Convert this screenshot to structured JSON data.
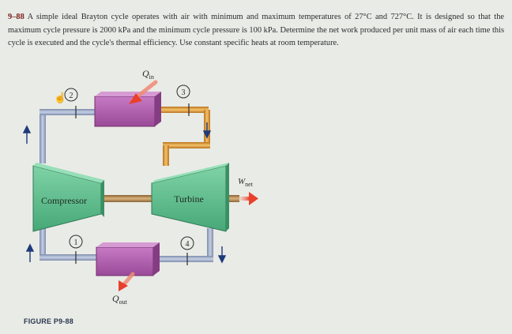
{
  "problem": {
    "number": "9–88",
    "text": "A simple ideal Brayton cycle operates with air with minimum and maximum temperatures of 27°C and 727°C. It is designed so that the maximum cycle pressure is 2000 kPa and the minimum cycle pressure is 100 kPa. Determine the net work produced per unit mass of air each time this cycle is executed and the cycle's thermal efficiency. Use constant specific heats at room temperature."
  },
  "diagram": {
    "compressor_label": "Compressor",
    "turbine_label": "Turbine",
    "q_in_symbol": "Q",
    "q_in_sub": "in",
    "q_out_symbol": "Q",
    "q_out_sub": "out",
    "w_net_symbol": "W",
    "w_net_sub": "net",
    "states": [
      "1",
      "2",
      "3",
      "4"
    ],
    "colors": {
      "compressor": "#5cc08c",
      "turbine": "#5cc08c",
      "heat_exchanger": "#b65fb2",
      "cold_pipe": "#a9b6d2",
      "hot_pipe": "#e9a035",
      "shaft": "#b98b55",
      "heat_arrow": "#e8402c",
      "flow_arrow": "#1e3a7a"
    }
  },
  "figure_label": "FIGURE P9-88"
}
